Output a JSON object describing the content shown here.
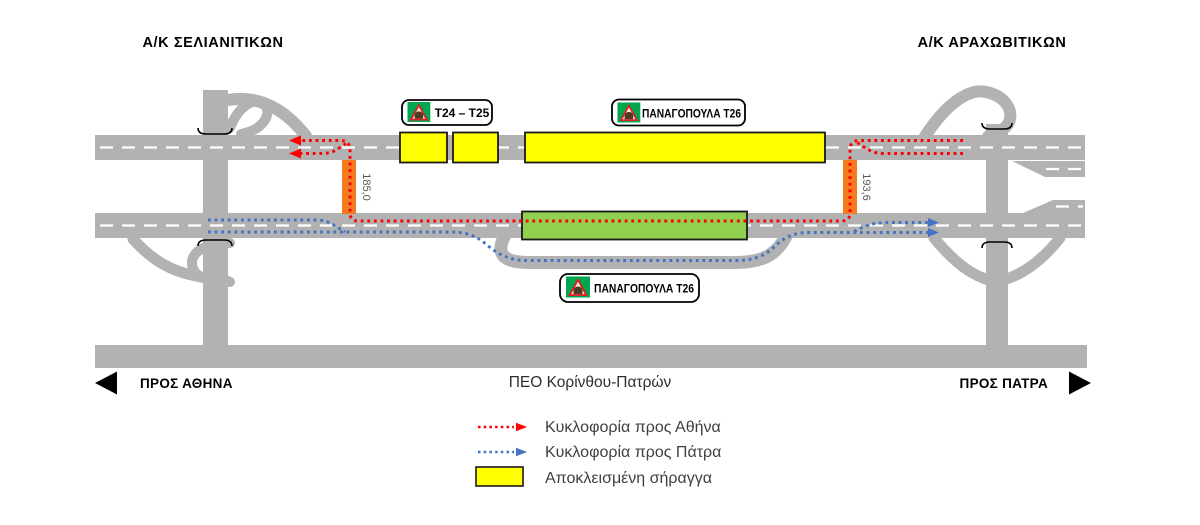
{
  "diagram": {
    "interchanges": {
      "left": "Α/Κ ΣΕΛΙΑΝΙΤΙΚΩΝ",
      "right": "Α/Κ ΑΡΑΧΩΒΙΤΙΚΩΝ"
    },
    "signs": {
      "t24_t25": "T24 – T25",
      "panagopoula_top": "ΠΑΝΑΓΟΠΟΥΛΑ T26",
      "panagopoula_bottom": "ΠΑΝΑΓΟΠΟΥΛΑ T26"
    },
    "chainage": {
      "left": "185,0",
      "right": "193,6"
    },
    "old_national_road": {
      "label": "ΠΕΟ Κορίνθου-Πατρών",
      "to_athens": "ΠΡΟΣ ΑΘΗΝΑ",
      "to_patras": "ΠΡΟΣ ΠΑΤΡΑ"
    }
  },
  "legend": {
    "to_athens_label": "Κυκλοφορία προς Αθήνα",
    "to_patras_label": "Κυκλοφορία προς Πάτρα",
    "closed_tunnel_label": "Αποκλεισμένη σήραγγα"
  },
  "colors": {
    "road": "#b2b2b2",
    "lane_dash": "#ffffff",
    "to_athens": "#ff0000",
    "to_patras": "#4472c4",
    "closed_tunnel": "#ffff00",
    "open_tunnel": "#92d050",
    "connector": "#f47b20",
    "sign_green": "#00a650",
    "warning_red": "#e31e24"
  }
}
